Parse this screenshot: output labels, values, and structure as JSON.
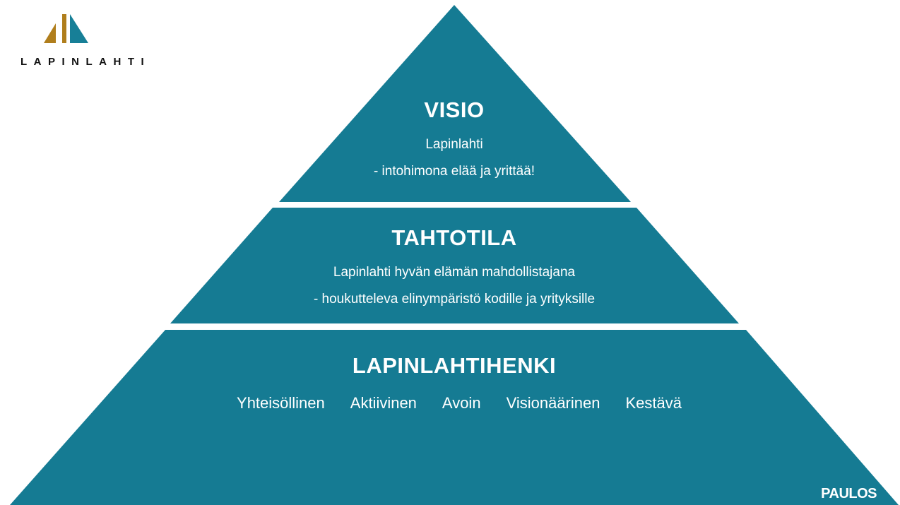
{
  "logo": {
    "name": "LAPINLAHTI",
    "colors": {
      "gold": "#b07e1c",
      "teal": "#177f97"
    }
  },
  "pyramid": {
    "color": "#157b93",
    "levels": [
      {
        "title": "VISIO",
        "lines": [
          "Lapinlahti",
          "- intohimona elää ja yrittää!"
        ]
      },
      {
        "title": "TAHTOTILA",
        "lines": [
          "Lapinlahti hyvän elämän mahdollistajana",
          "- houkutteleva elinympäristö kodille ja yrityksille"
        ]
      },
      {
        "title": "LAPINLAHTIHENKI",
        "values": [
          "Yhteisöllinen",
          "Aktiivinen",
          "Avoin",
          "Visionäärinen",
          "Kestävä"
        ]
      }
    ]
  },
  "footer": {
    "brand": "PAULOS"
  }
}
